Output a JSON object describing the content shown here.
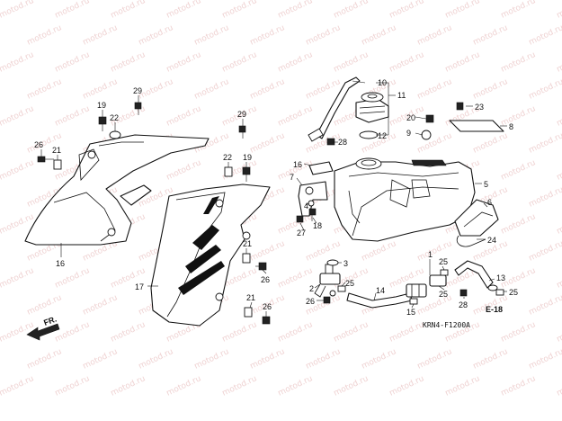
{
  "watermark": "motod.ru",
  "diagram_code": "KRN4-F1200A",
  "section_ref": "E-18",
  "front_indicator": "FR.",
  "part_numbers": {
    "p1": "1",
    "p2": "2",
    "p3": "3",
    "p4": "4",
    "p5": "5",
    "p6": "6",
    "p7": "7",
    "p8": "8",
    "p9": "9",
    "p10": "10",
    "p11": "11",
    "p12": "12",
    "p13": "13",
    "p14": "14",
    "p15": "15",
    "p16": "16",
    "p17": "17",
    "p18": "18",
    "p19": "19",
    "p20": "20",
    "p21": "21",
    "p22": "22",
    "p23": "23",
    "p24": "24",
    "p25": "25",
    "p26": "26",
    "p27": "27",
    "p28": "28",
    "p29": "29"
  }
}
